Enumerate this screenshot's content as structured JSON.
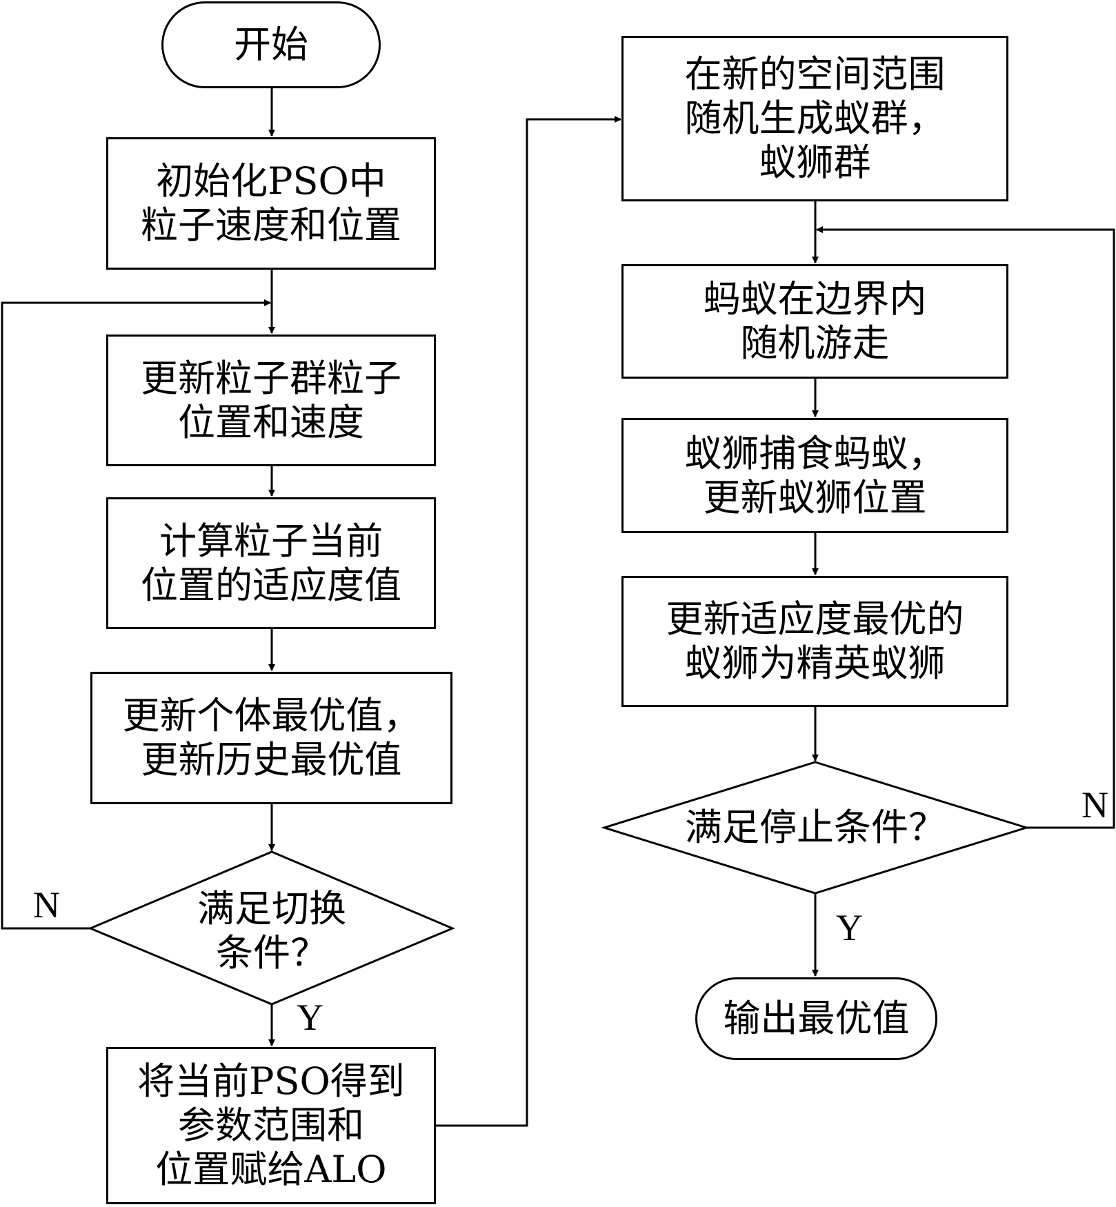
{
  "diagram": {
    "type": "flowchart",
    "nodes": {
      "start": "开始",
      "init_pso": "初始化PSO中\n粒子速度和位置",
      "update_particles": "更新粒子群粒子\n位置和速度",
      "compute_fitness": "计算粒子当前\n位置的适应度值",
      "update_best": "更新个体最优值，\n更新历史最优值",
      "switch_condition": "满足切换\n条件？",
      "assign_to_alo": "将当前PSO得到\n参数范围和\n位置赋给ALO",
      "generate_swarms": "在新的空间范围\n随机生成蚁群，\n蚁狮群",
      "ants_random_walk": "蚂蚁在边界内\n随机游走",
      "antlions_hunt": "蚁狮捕食蚂蚁，\n更新蚁狮位置",
      "update_elite": "更新适应度最优的\n蚁狮为精英蚁狮",
      "stop_condition": "满足停止条件？",
      "output_best": "输出最优值"
    },
    "branch_labels": {
      "switch_no": "N",
      "switch_yes": "Y",
      "stop_no": "N",
      "stop_yes": "Y"
    }
  }
}
